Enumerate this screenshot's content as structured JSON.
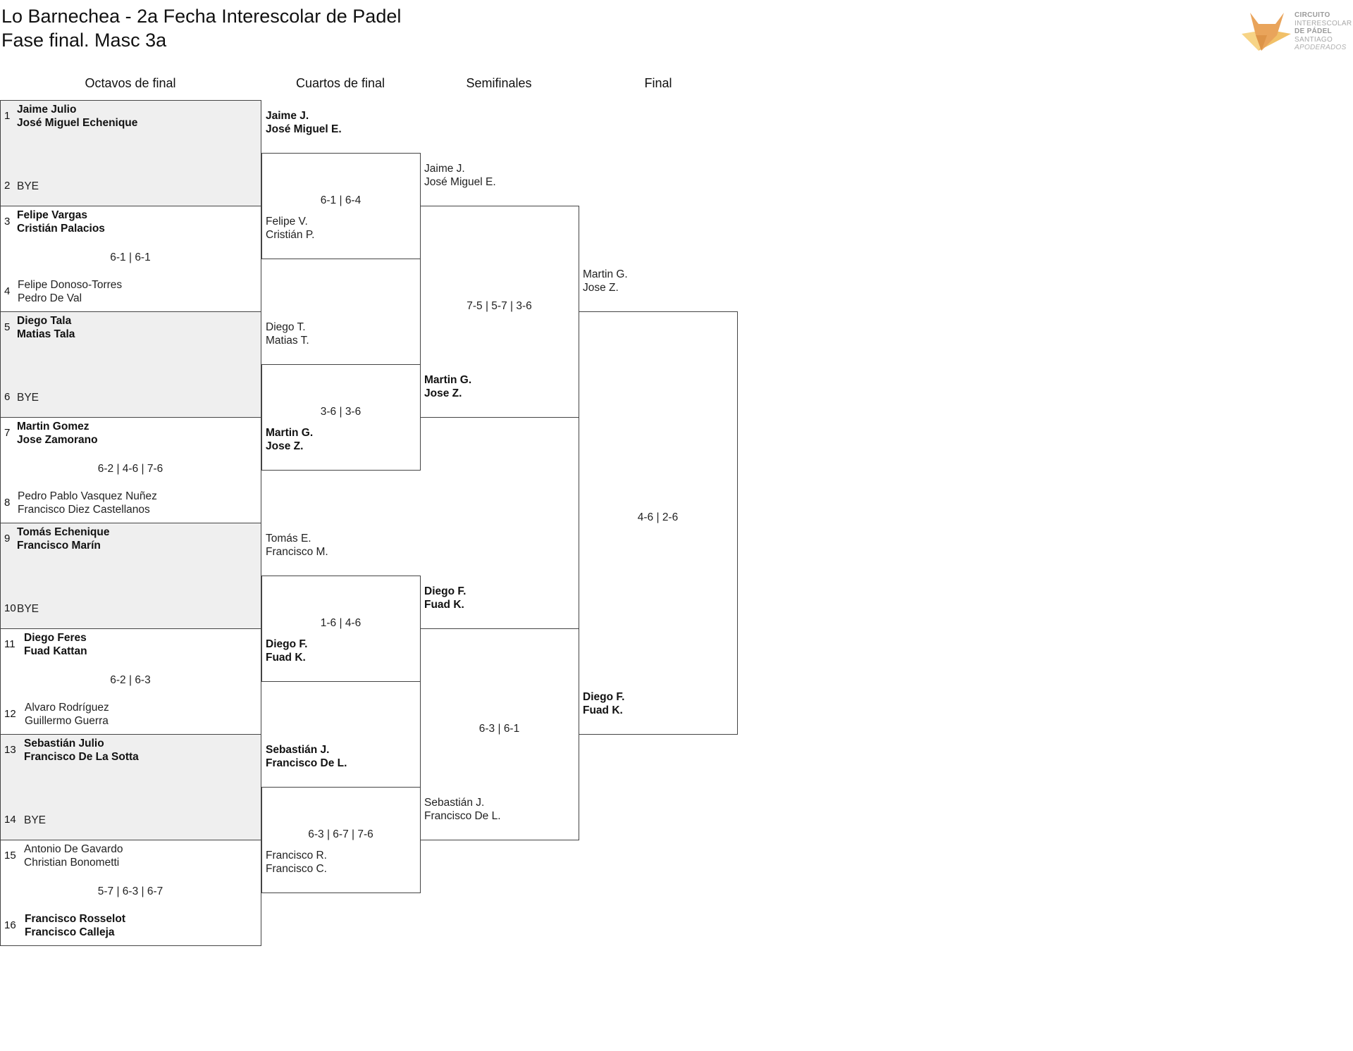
{
  "header": {
    "title": "Lo Barnechea - 2a Fecha Interescolar de Padel",
    "subtitle": "Fase final. Masc 3a"
  },
  "logo": {
    "icon": "fox-icon",
    "line1": "CIRCUITO",
    "line2": "INTERESCOLAR",
    "line3": "DE PÁDEL",
    "line4": "SANTIAGO",
    "line5": "APODERADOS"
  },
  "rounds": [
    "Octavos de final",
    "Cuartos de final",
    "Semifinales",
    "Final"
  ],
  "octavos": [
    {
      "top": {
        "seed": "1",
        "p1": "Jaime Julio",
        "p2": "José Miguel Echenique"
      },
      "bottom": {
        "seed": "2",
        "p1": "BYE",
        "p2": ""
      },
      "score": "",
      "winner": "top",
      "bye": true
    },
    {
      "top": {
        "seed": "3",
        "p1": "Felipe Vargas",
        "p2": "Cristián Palacios"
      },
      "bottom": {
        "seed": "4",
        "p1": "Felipe Donoso-Torres",
        "p2": "Pedro De Val"
      },
      "score": "6-1 | 6-1",
      "winner": "top",
      "bye": false
    },
    {
      "top": {
        "seed": "5",
        "p1": "Diego Tala",
        "p2": "Matias Tala"
      },
      "bottom": {
        "seed": "6",
        "p1": "BYE",
        "p2": ""
      },
      "score": "",
      "winner": "top",
      "bye": true
    },
    {
      "top": {
        "seed": "7",
        "p1": "Martin Gomez",
        "p2": "Jose Zamorano"
      },
      "bottom": {
        "seed": "8",
        "p1": "Pedro Pablo Vasquez Nuñez",
        "p2": "Francisco Diez Castellanos"
      },
      "score": "6-2 | 4-6 | 7-6",
      "winner": "top",
      "bye": false
    },
    {
      "top": {
        "seed": "9",
        "p1": "Tomás Echenique",
        "p2": "Francisco Marín"
      },
      "bottom": {
        "seed": "10",
        "p1": "BYE",
        "p2": ""
      },
      "score": "",
      "winner": "top",
      "bye": true
    },
    {
      "top": {
        "seed": "11",
        "p1": "Diego Feres",
        "p2": "Fuad Kattan"
      },
      "bottom": {
        "seed": "12",
        "p1": "Alvaro Rodríguez",
        "p2": "Guillermo Guerra"
      },
      "score": "6-2 | 6-3",
      "winner": "top",
      "bye": false
    },
    {
      "top": {
        "seed": "13",
        "p1": "Sebastián Julio",
        "p2": "Francisco De La Sotta"
      },
      "bottom": {
        "seed": "14",
        "p1": "BYE",
        "p2": ""
      },
      "score": "",
      "winner": "top",
      "bye": true
    },
    {
      "top": {
        "seed": "15",
        "p1": "Antonio De Gavardo",
        "p2": "Christian Bonometti"
      },
      "bottom": {
        "seed": "16",
        "p1": "Francisco Rosselot",
        "p2": "Francisco Calleja"
      },
      "score": "5-7 | 6-3 | 6-7",
      "winner": "bottom",
      "bye": false
    }
  ],
  "cuartos": [
    {
      "top": {
        "p1": "Jaime J.",
        "p2": "José Miguel E."
      },
      "bottom": {
        "p1": "Felipe V.",
        "p2": "Cristián P."
      },
      "score": "6-1 | 6-4",
      "winner": "top"
    },
    {
      "top": {
        "p1": "Diego T.",
        "p2": "Matias T."
      },
      "bottom": {
        "p1": "Martin G.",
        "p2": "Jose Z."
      },
      "score": "3-6 | 3-6",
      "winner": "bottom"
    },
    {
      "top": {
        "p1": "Tomás E.",
        "p2": "Francisco M."
      },
      "bottom": {
        "p1": "Diego F.",
        "p2": "Fuad K."
      },
      "score": "1-6 | 4-6",
      "winner": "bottom"
    },
    {
      "top": {
        "p1": "Sebastián J.",
        "p2": "Francisco De L."
      },
      "bottom": {
        "p1": "Francisco R.",
        "p2": "Francisco C."
      },
      "score": "6-3 | 6-7 | 7-6",
      "winner": "top"
    }
  ],
  "semis": [
    {
      "top": {
        "p1": "Jaime J.",
        "p2": "José Miguel E."
      },
      "bottom": {
        "p1": "Martin G.",
        "p2": "Jose Z."
      },
      "score": "7-5 | 5-7 | 3-6",
      "winner": "bottom"
    },
    {
      "top": {
        "p1": "Diego F.",
        "p2": "Fuad K."
      },
      "bottom": {
        "p1": "Sebastián J.",
        "p2": "Francisco De L."
      },
      "score": "6-3 | 6-1",
      "winner": "top"
    }
  ],
  "final": [
    {
      "top": {
        "p1": "Martin G.",
        "p2": "Jose Z."
      },
      "bottom": {
        "p1": "Diego F.",
        "p2": "Fuad K."
      },
      "score": "4-6 | 2-6",
      "winner": "bottom"
    }
  ]
}
